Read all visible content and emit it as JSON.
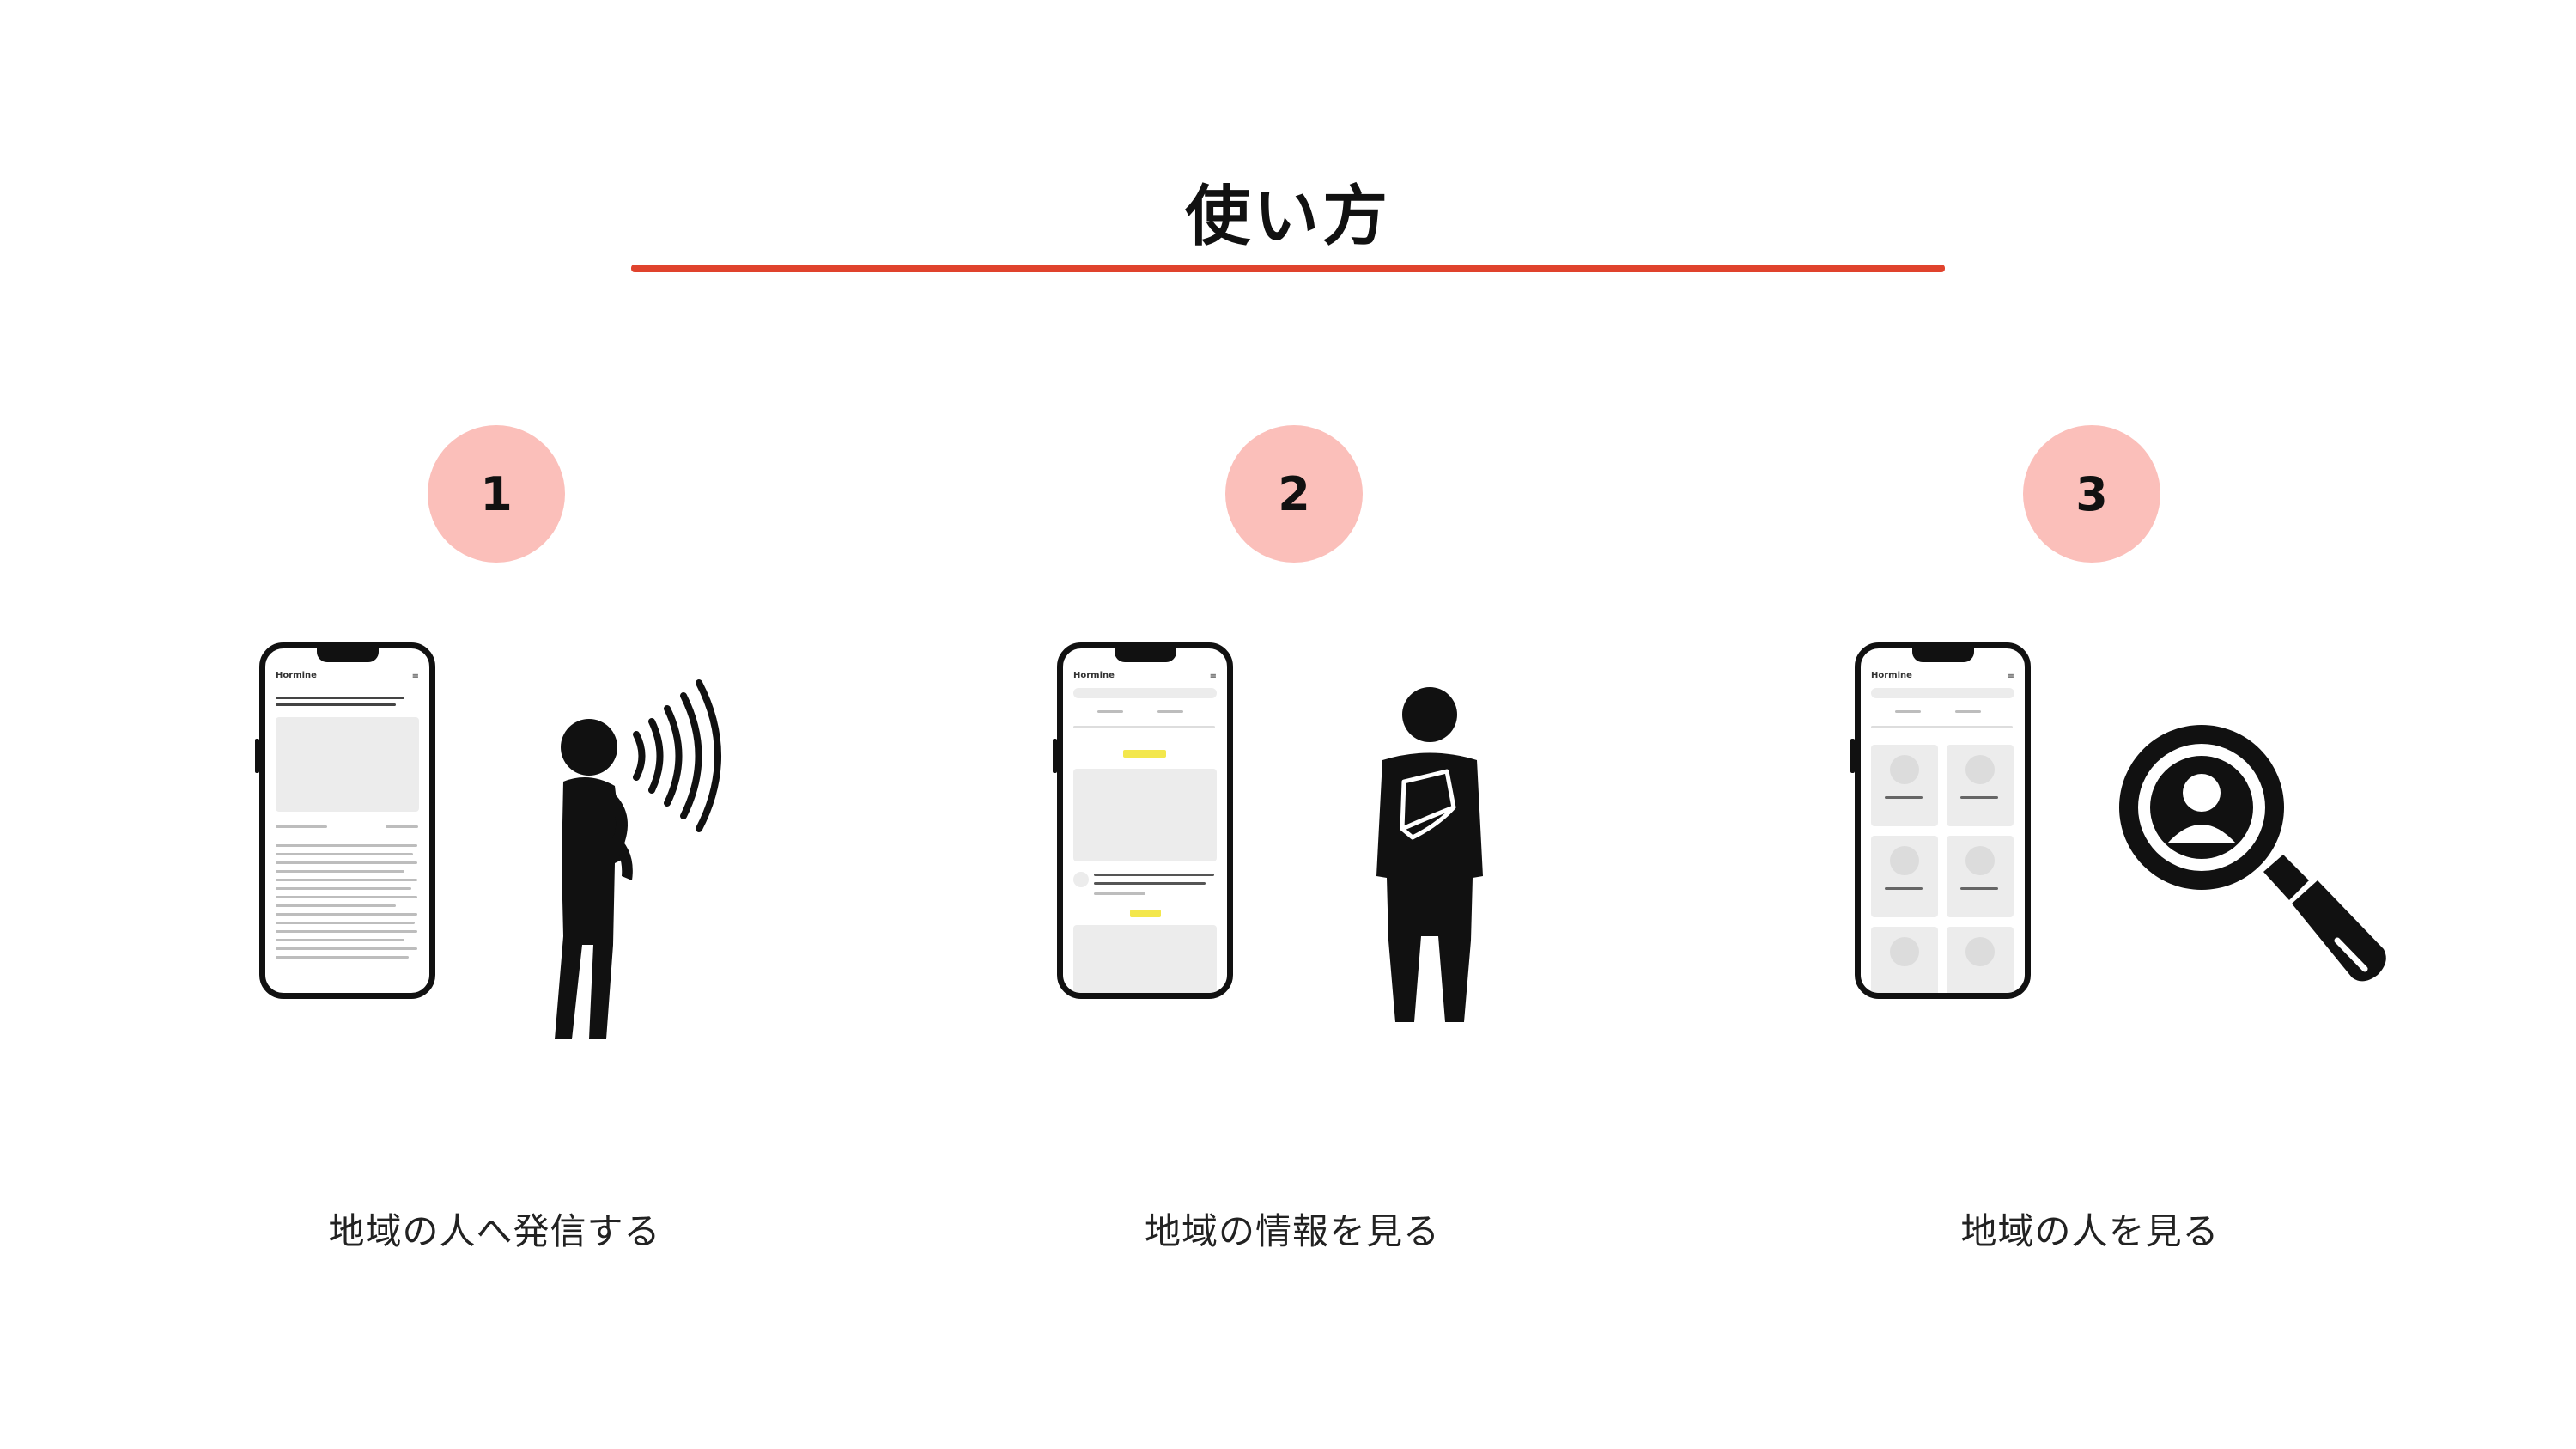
{
  "header": {
    "title": "使い方"
  },
  "colors": {
    "accent_rule": "#e0432d",
    "step_circle": "#fbbfba",
    "figure": "#111111"
  },
  "steps": [
    {
      "number": "1",
      "caption": "地域の人へ発信する",
      "phone_app_name": "Hormine",
      "figure_icon": "person-speaking-icon"
    },
    {
      "number": "2",
      "caption": "地域の情報を見る",
      "phone_app_name": "Hormine",
      "figure_icon": "person-holding-phone-icon"
    },
    {
      "number": "3",
      "caption": "地域の人を見る",
      "phone_app_name": "Hormine",
      "figure_icon": "search-person-icon"
    }
  ]
}
